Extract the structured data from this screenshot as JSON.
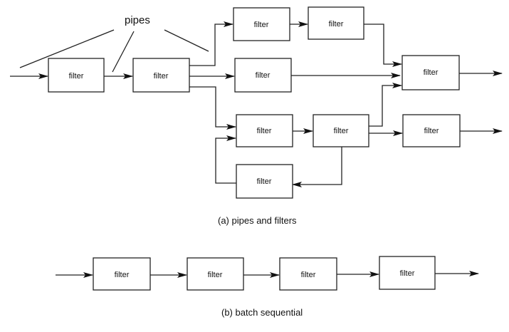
{
  "annotation": {
    "pipes_label": "pipes"
  },
  "diagram_a": {
    "caption": "(a)  pipes and filters",
    "filters": [
      {
        "id": "f1",
        "label": "filter"
      },
      {
        "id": "f2",
        "label": "filter"
      },
      {
        "id": "f3",
        "label": "filter"
      },
      {
        "id": "f4",
        "label": "filter"
      },
      {
        "id": "f5",
        "label": "filter"
      },
      {
        "id": "f6",
        "label": "filter"
      },
      {
        "id": "f7",
        "label": "filter"
      },
      {
        "id": "f8",
        "label": "filter"
      },
      {
        "id": "f9",
        "label": "filter"
      },
      {
        "id": "f10",
        "label": "filter"
      }
    ],
    "pipes": [
      {
        "from": "input",
        "to": "f1"
      },
      {
        "from": "f1",
        "to": "f2"
      },
      {
        "from": "f2",
        "to": "f3"
      },
      {
        "from": "f2",
        "to": "f4"
      },
      {
        "from": "f2",
        "to": "f8"
      },
      {
        "from": "f3",
        "to": "f5"
      },
      {
        "from": "f5",
        "to": "f6"
      },
      {
        "from": "f4",
        "to": "f6"
      },
      {
        "from": "f9",
        "to": "f6"
      },
      {
        "from": "f8",
        "to": "f9"
      },
      {
        "from": "f9",
        "to": "f7"
      },
      {
        "from": "f9",
        "to": "f10"
      },
      {
        "from": "f10",
        "to": "f8"
      },
      {
        "from": "f6",
        "to": "output"
      },
      {
        "from": "f7",
        "to": "output"
      }
    ]
  },
  "diagram_b": {
    "caption": "(b)  batch sequential",
    "filters": [
      {
        "id": "b1",
        "label": "filter"
      },
      {
        "id": "b2",
        "label": "filter"
      },
      {
        "id": "b3",
        "label": "filter"
      },
      {
        "id": "b4",
        "label": "filter"
      }
    ]
  }
}
